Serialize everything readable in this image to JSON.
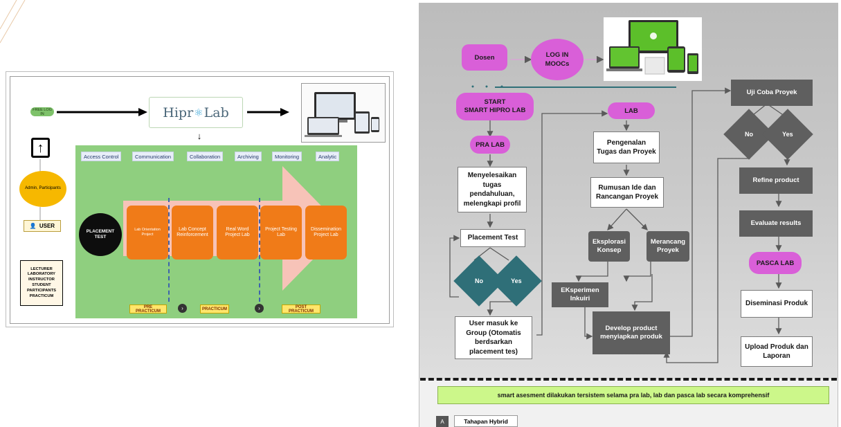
{
  "left": {
    "free_login": "FREE LOG IN",
    "logo": {
      "prefix": "Hipr",
      "suffix": "Lab"
    },
    "headers": [
      "Access Control",
      "Communication",
      "Collaboration",
      "Archiving",
      "Monitoring",
      "Analytic"
    ],
    "admin": "Admin, Participants",
    "user": "USER",
    "roles": "LECTURER\nLABORATORY\nINSTRUCTOR\nSTUDENT\nPARTICIPANTS\nPRACTICUM",
    "placement": "PLACEMENT\nTEST",
    "stages": [
      "Lab Orientation Project",
      "Lab Concept Reinforcement",
      "Real Word Project Lab",
      "Project Testing Lab",
      "Dissemination Project Lab"
    ],
    "phases": [
      "PRE PRACTICUM",
      "PRACTICUM",
      "POST PRACTICUM"
    ],
    "colors": {
      "green": "#8fcf7f",
      "orange": "#f07b18",
      "arrow": "#f7c3b8"
    }
  },
  "right": {
    "dosen": "Dosen",
    "login": "LOG IN\nMOOCs",
    "start": "START\nSMART HIPRO LAB",
    "pra_lab": "PRA LAB",
    "tugas": "Menyelesaikan tugas pendahuluan, melengkapi profil",
    "placement_test": "Placement Test",
    "no": "No",
    "yes": "Yes",
    "group": "User masuk ke Group (Otomatis berdsarkan placement tes)",
    "lab": "LAB",
    "pengenalan": "Pengenalan Tugas dan Proyek",
    "rumusan": "Rumusan Ide dan Rancangan Proyek",
    "eksplorasi": "Eksplorasi Konsep",
    "merancang": "Merancang Proyek",
    "eksperimen": "EKsperimen Inkuiri",
    "develop": "Develop product menyiapkan produk",
    "uji": "Uji Coba Proyek",
    "refine": "Refine product",
    "evaluate": "Evaluate results",
    "pasca": "PASCA LAB",
    "diseminasi": "Diseminasi Produk",
    "upload": "Upload Produk dan Laporan",
    "footer": "smart asesment dilakukan tersistem selama pra lab, lab dan pasca lab secara komprehensif",
    "hybrid_icon": "A",
    "hybrid": "Tahapan Hybrid",
    "colors": {
      "magenta": "#d95fd8",
      "teal": "#2f6f78",
      "dark": "#5f5f5f",
      "lime": "#ccf78a"
    }
  }
}
